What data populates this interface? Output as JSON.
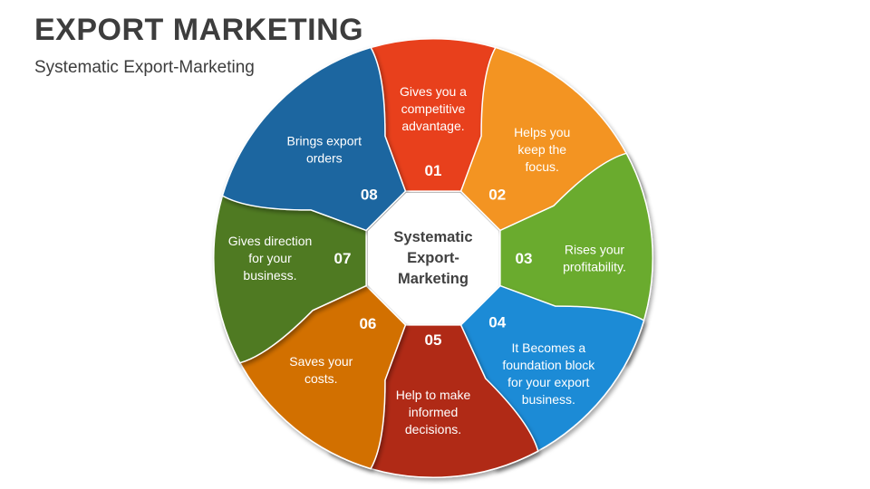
{
  "header": {
    "title": "EXPORT MARKETING",
    "subtitle": "Systematic Export-Marketing"
  },
  "diagram": {
    "center": {
      "lines": [
        "Systematic",
        "Export-",
        "Marketing"
      ]
    },
    "segments": [
      {
        "number": "01",
        "lines": [
          "Gives you a",
          "competitive",
          "advantage."
        ],
        "color": "#E8401C"
      },
      {
        "number": "02",
        "lines": [
          "Helps you",
          "keep the",
          "focus."
        ],
        "color": "#F39424"
      },
      {
        "number": "03",
        "lines": [
          "Rises your",
          "profitability."
        ],
        "color": "#6AAB2E"
      },
      {
        "number": "04",
        "lines": [
          "It Becomes a",
          "foundation block",
          "for your export",
          "business."
        ],
        "color": "#1E8BD6"
      },
      {
        "number": "05",
        "lines": [
          "Help to make",
          "informed",
          "decisions."
        ],
        "color": "#B02A14"
      },
      {
        "number": "06",
        "lines": [
          "Saves your",
          "costs."
        ],
        "color": "#D27005"
      },
      {
        "number": "07",
        "lines": [
          "Gives direction",
          "for your",
          "business."
        ],
        "color": "#4F7A22"
      },
      {
        "number": "08",
        "lines": [
          "Brings export",
          "orders"
        ],
        "color": "#1A66A0"
      }
    ]
  }
}
